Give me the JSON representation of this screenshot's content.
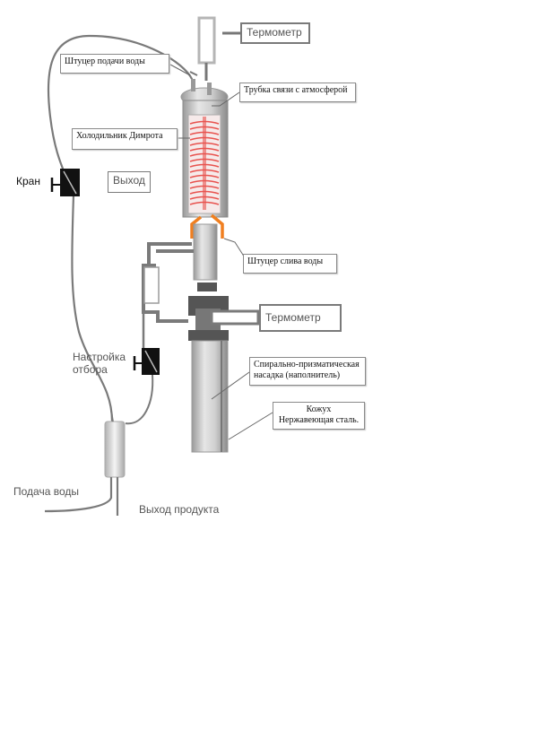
{
  "labels": {
    "thermometer_top": "Термометр",
    "water_inlet_fitting": "Штуцер подачи воды",
    "atmosphere_tube": "Трубка связи с атмосферой",
    "dimroth_condenser": "Холодильник Димрота",
    "valve": "Кран",
    "outlet": "Выход",
    "drain_fitting": "Штуцер слива воды",
    "thermometer_middle": "Термометр",
    "packing_line1": "Спирально-призматическая",
    "packing_line2": "насадка (наполнитель)",
    "take_off_adjust_line1": "Настройка",
    "take_off_adjust_line2": "отбора",
    "casing_line1": "Кожух",
    "casing_line2": "Нержавеющая сталь.",
    "water_supply": "Подача воды",
    "product_outlet": "Выход продукта"
  },
  "colors": {
    "pipe": "#7a7a7a",
    "coil": "#e8534f",
    "drain_fitting": "#f07f20",
    "valve_body": "#111111"
  }
}
